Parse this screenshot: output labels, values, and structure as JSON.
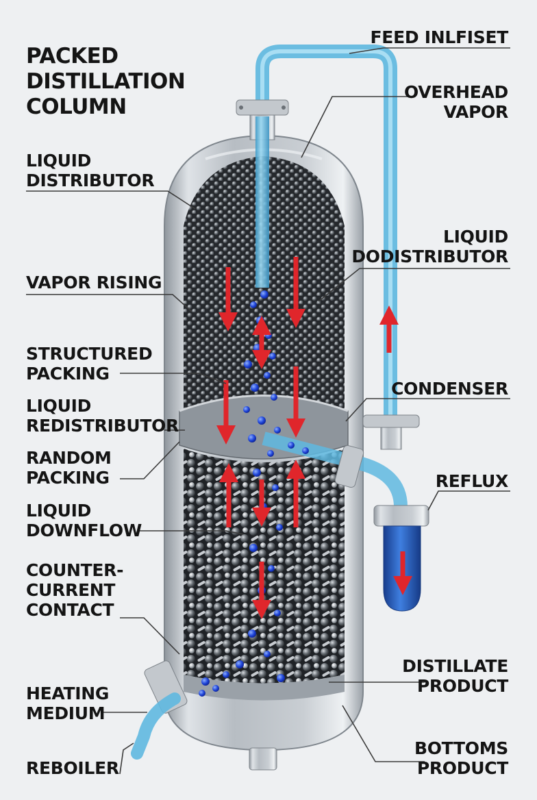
{
  "title": "PACKED\nDISTILLATION\nCOLUMN",
  "labels_left": {
    "liquid_distributor": "LIQUID\nDISTRIBUTOR",
    "vapor_rising": "VAPOR RISING",
    "structured_packing": "STRUCTURED\nPACKING",
    "liquid_redistributor": "LIQUID\nREDISTRIBUTOR",
    "random_packing": "RANDOM\nPACKING",
    "liquid_downflow": "LIQUID\nDOWNFLOW",
    "countercurrent_contact": "COUNTER-\nCURRENT\nCONTACT",
    "heating_medium": "HEATING\nMEDIUM",
    "reboiler": "REBOILER"
  },
  "labels_right": {
    "feed_inlet": "FEED INLFISET",
    "overhead_vapor": "OVERHEAD\nVAPOR",
    "liquid_dodistributor": "LIQUID\nDODISTRIBUTOR",
    "condenser": "CONDENSER",
    "reflux": "REFLUX",
    "distillate_product": "DISTILLATE\nPRODUCT",
    "bottoms_product": "BOTTOMS\nPRODUCT"
  },
  "colors": {
    "background": "#eef0f2",
    "steel": "#b9bfc5",
    "pipe": "#5fb8e0",
    "arrow": "#e0262b",
    "droplet": "#1e44d8",
    "reflux_drum": "#2a5fc0"
  }
}
